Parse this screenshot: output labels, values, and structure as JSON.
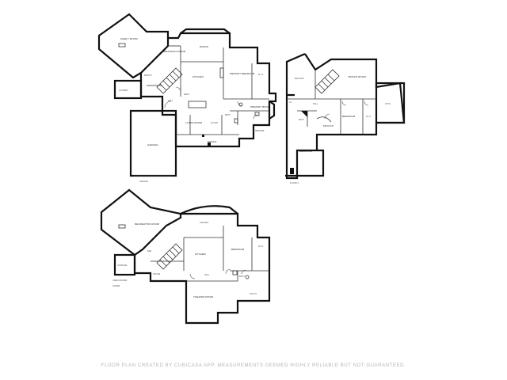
{
  "footer": "FLOOR PLAN CREATED BY CUBICASA APP. MEASUREMENTS DEEMED HIGHLY RELIABLE BUT NOT GUARANTEED.",
  "labels": {
    "main": {
      "family_room": "FAMILY ROOM",
      "breakfast": "BREAKFAST ROOM",
      "dining": "DINING",
      "kitchen": "KITCHEN",
      "laundry": "LAUNDRY",
      "primary_bedroom": "PRIMARY BEDROOM",
      "wic": "W.I.C.",
      "primary_bath": "PRIMARY BATH",
      "bath": "BATH",
      "living": "LIVING ROOM",
      "foyer": "FOYER",
      "porch": "PORCH",
      "office": "OFFICE",
      "garage": "GARAGE",
      "garage_lbl": "GARAGE",
      "deck": "DECK",
      "pantry": "PANTRY",
      "hall": "HALL"
    },
    "upper": {
      "bedroom1": "BEDROOM",
      "bonus": "BONUS ROOM",
      "bedroom2": "BEDROOM",
      "bedroom3": "BEDROOM",
      "bath": "BATH",
      "wic": "W.I.C.",
      "attic": "ATTIC",
      "hall": "HALL",
      "closet": "CL.",
      "balcony": "BALCONY",
      "floor_lbl": "FLOOR 2"
    },
    "lower": {
      "rec": "RECREATION ROOM",
      "gallery": "GALLERY",
      "kitchen": "KITCHEN",
      "bedroom": "BEDROOM",
      "wic": "W.I.C.",
      "bath": "BATH",
      "utility": "UTILITY",
      "theater": "THEATER ROOM",
      "storage": "STORAGE",
      "unexcavated": "UNEXCAVATED",
      "office": "OFFICE",
      "bar": "BAR",
      "hall": "HALL",
      "floor_lbl": "LOWER"
    }
  }
}
